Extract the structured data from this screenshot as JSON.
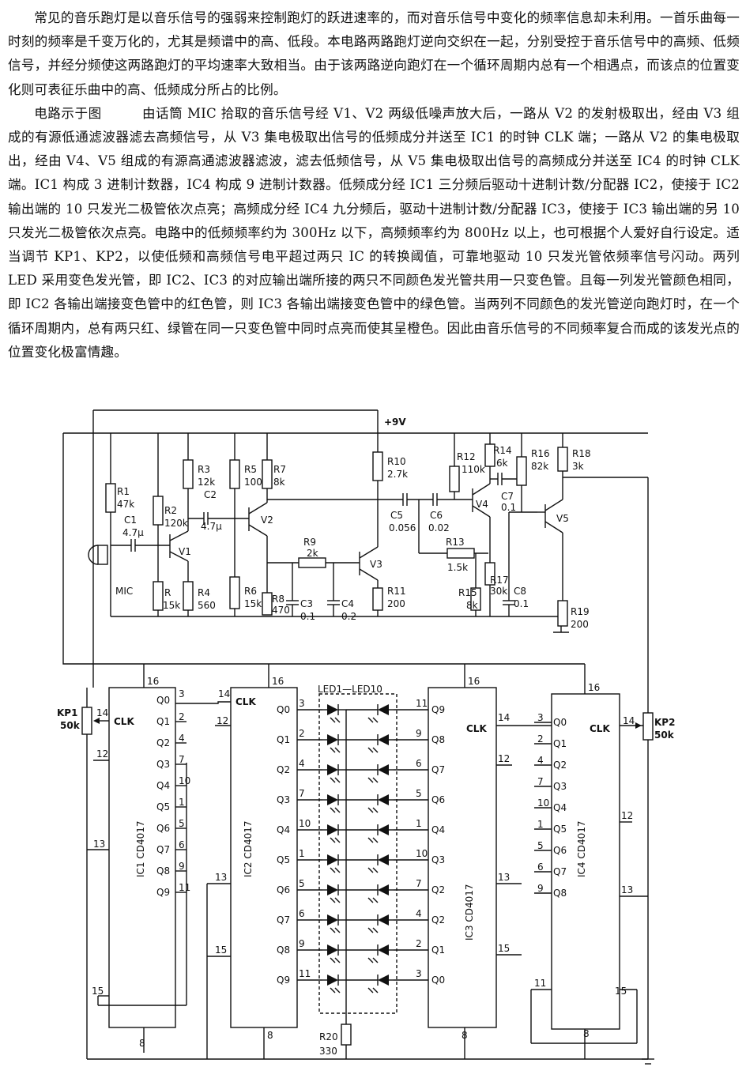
{
  "article": {
    "para1": "常见的音乐跑灯是以音乐信号的强弱来控制跑灯的跃进速率的，而对音乐信号中变化的频率信息却未利用。一首乐曲每一时刻的频率是千变万化的，尤其是频谱中的高、低段。本电路两路跑灯逆向交织在一起，分别受控于音乐信号中的高频、低频信号，并经分频使这两路跑灯的平均速率大致相当。由于该两路逆向跑灯在一个循环周期内总有一个相遇点，而该点的位置变化则可表征乐曲中的高、低频成分所占的比例。",
    "para2": "电路示于图　　　由话筒 MIC 拾取的音乐信号经 V1、V2 两级低噪声放大后，一路从 V2 的发射极取出，经由 V3 组成的有源低通滤波器滤去高频信号，从 V3 集电极取出信号的低频成分并送至 IC1 的时钟 CLK 端；一路从 V2 的集电极取出，经由 V4、V5 组成的有源高通滤波器滤波，滤去低频信号，从 V5 集电极取出信号的高频成分并送至 IC4 的时钟 CLK 端。IC1 构成 3 进制计数器，IC4 构成 9 进制计数器。低频成分经 IC1 三分频后驱动十进制计数/分配器 IC2，使接于 IC2 输出端的 10 只发光二极管依次点亮；高频成分经 IC4 九分频后，驱动十进制计数/分配器 IC3，使接于 IC3 输出端的另 10 只发光二极管依次点亮。电路中的低频频率约为 300Hz 以下，高频频率约为 800Hz 以上，也可根据个人爱好自行设定。适当调节 KP1、KP2，以使低频和高频信号电平超过两只 IC 的转换阈值，可靠地驱动 10 只发光管依频率信号闪动。两列 LED 采用变色发光管，即 IC2、IC3 的对应输出端所接的两只不同颜色发光管共用一只变色管。且每一列发光管颜色相同，即 IC2 各输出端接变色管中的红色管，则 IC3 各输出端接变色管中的绿色管。当两列不同颜色的发光管逆向跑灯时，在一个循环周期内，总有两只红、绿管在同一只变色管中同时点亮而使其呈橙色。因此由音乐信号的不同频率复合而成的该发光点的位置变化极富情趣。"
  },
  "circuit": {
    "supply": "+9V",
    "components": {
      "R1": [
        "R1",
        "47k"
      ],
      "R2": [
        "R2",
        "120k"
      ],
      "R3": [
        "R3",
        "12k"
      ],
      "R4": [
        "R4",
        "560"
      ],
      "R": [
        "R",
        "15k"
      ],
      "R5": [
        "R5",
        "100k"
      ],
      "R6": [
        "R6",
        "15k"
      ],
      "R7": [
        "R7",
        "8k"
      ],
      "R8": [
        "R8",
        "470"
      ],
      "R9": [
        "R9",
        "2k"
      ],
      "R10": [
        "R10",
        "2.7k"
      ],
      "R11": [
        "R11",
        "200"
      ],
      "R12": [
        "R12",
        "110k"
      ],
      "R13": [
        "R13",
        "1.5k"
      ],
      "R14": [
        "R14",
        "6k"
      ],
      "R15": [
        "R15",
        "8k"
      ],
      "R16": [
        "R16",
        "82k"
      ],
      "R17": [
        "R17",
        "30k"
      ],
      "R18": [
        "R18",
        "3k"
      ],
      "R19": [
        "R19",
        "200"
      ],
      "R20": [
        "R20",
        "330"
      ],
      "C1": [
        "C1",
        "4.7μ"
      ],
      "C2": [
        "C2",
        "4.7μ"
      ],
      "C3": [
        "C3",
        "0.1"
      ],
      "C4": [
        "C4",
        "0.2"
      ],
      "C5": [
        "C5",
        "0.056"
      ],
      "C6": [
        "C6",
        "0.02"
      ],
      "C7": [
        "C7",
        "0.1"
      ],
      "C8": [
        "C8",
        "0.1"
      ],
      "KP1": [
        "KP1",
        "50k"
      ],
      "KP2": [
        "KP2",
        "50k"
      ]
    },
    "transistors": [
      "V1",
      "V2",
      "V3",
      "V4",
      "V5"
    ],
    "mic": "MIC",
    "led_label": "LED1—LED10",
    "ics": {
      "ic1": "IC1 CD4017",
      "ic2": "IC2 CD4017",
      "ic3": "IC3 CD4017",
      "ic4": "IC4 CD4017"
    },
    "pins": {
      "clk": "CLK",
      "vdd": "16",
      "gnd": "8",
      "pin13": "13",
      "pin15": "15",
      "pin12": "12",
      "pin14": "14",
      "pin11": "11"
    },
    "ic1_outputs": [
      [
        "Q0",
        "3"
      ],
      [
        "Q1",
        "2"
      ],
      [
        "Q2",
        "4"
      ],
      [
        "Q3",
        "7"
      ],
      [
        "Q4",
        "10"
      ],
      [
        "Q5",
        "1"
      ],
      [
        "Q6",
        "5"
      ],
      [
        "Q7",
        "6"
      ],
      [
        "Q8",
        "9"
      ],
      [
        "Q9",
        "11"
      ]
    ],
    "ic2_outputs": [
      [
        "Q0",
        "3"
      ],
      [
        "Q1",
        "2"
      ],
      [
        "Q2",
        "4"
      ],
      [
        "Q3",
        "7"
      ],
      [
        "Q4",
        "10"
      ],
      [
        "Q5",
        "1"
      ],
      [
        "Q6",
        "5"
      ],
      [
        "Q7",
        "6"
      ],
      [
        "Q8",
        "9"
      ],
      [
        "Q9",
        "11"
      ]
    ],
    "ic3_outputs": [
      [
        "Q9",
        "11"
      ],
      [
        "Q8",
        "9"
      ],
      [
        "Q7",
        "6"
      ],
      [
        "Q6",
        "5"
      ],
      [
        "Q4",
        "1"
      ],
      [
        "Q3",
        "10"
      ],
      [
        "Q2",
        "7"
      ],
      [
        "Q2",
        "4"
      ],
      [
        "Q1",
        "2"
      ],
      [
        "Q0",
        "3"
      ]
    ],
    "ic4_outputs": [
      [
        "Q0",
        "3"
      ],
      [
        "Q1",
        "2"
      ],
      [
        "Q2",
        "4"
      ],
      [
        "Q3",
        "7"
      ],
      [
        "Q4",
        "10"
      ],
      [
        "Q5",
        "1"
      ],
      [
        "Q6",
        "5"
      ],
      [
        "Q7",
        "6"
      ],
      [
        "Q8",
        "9"
      ]
    ]
  }
}
